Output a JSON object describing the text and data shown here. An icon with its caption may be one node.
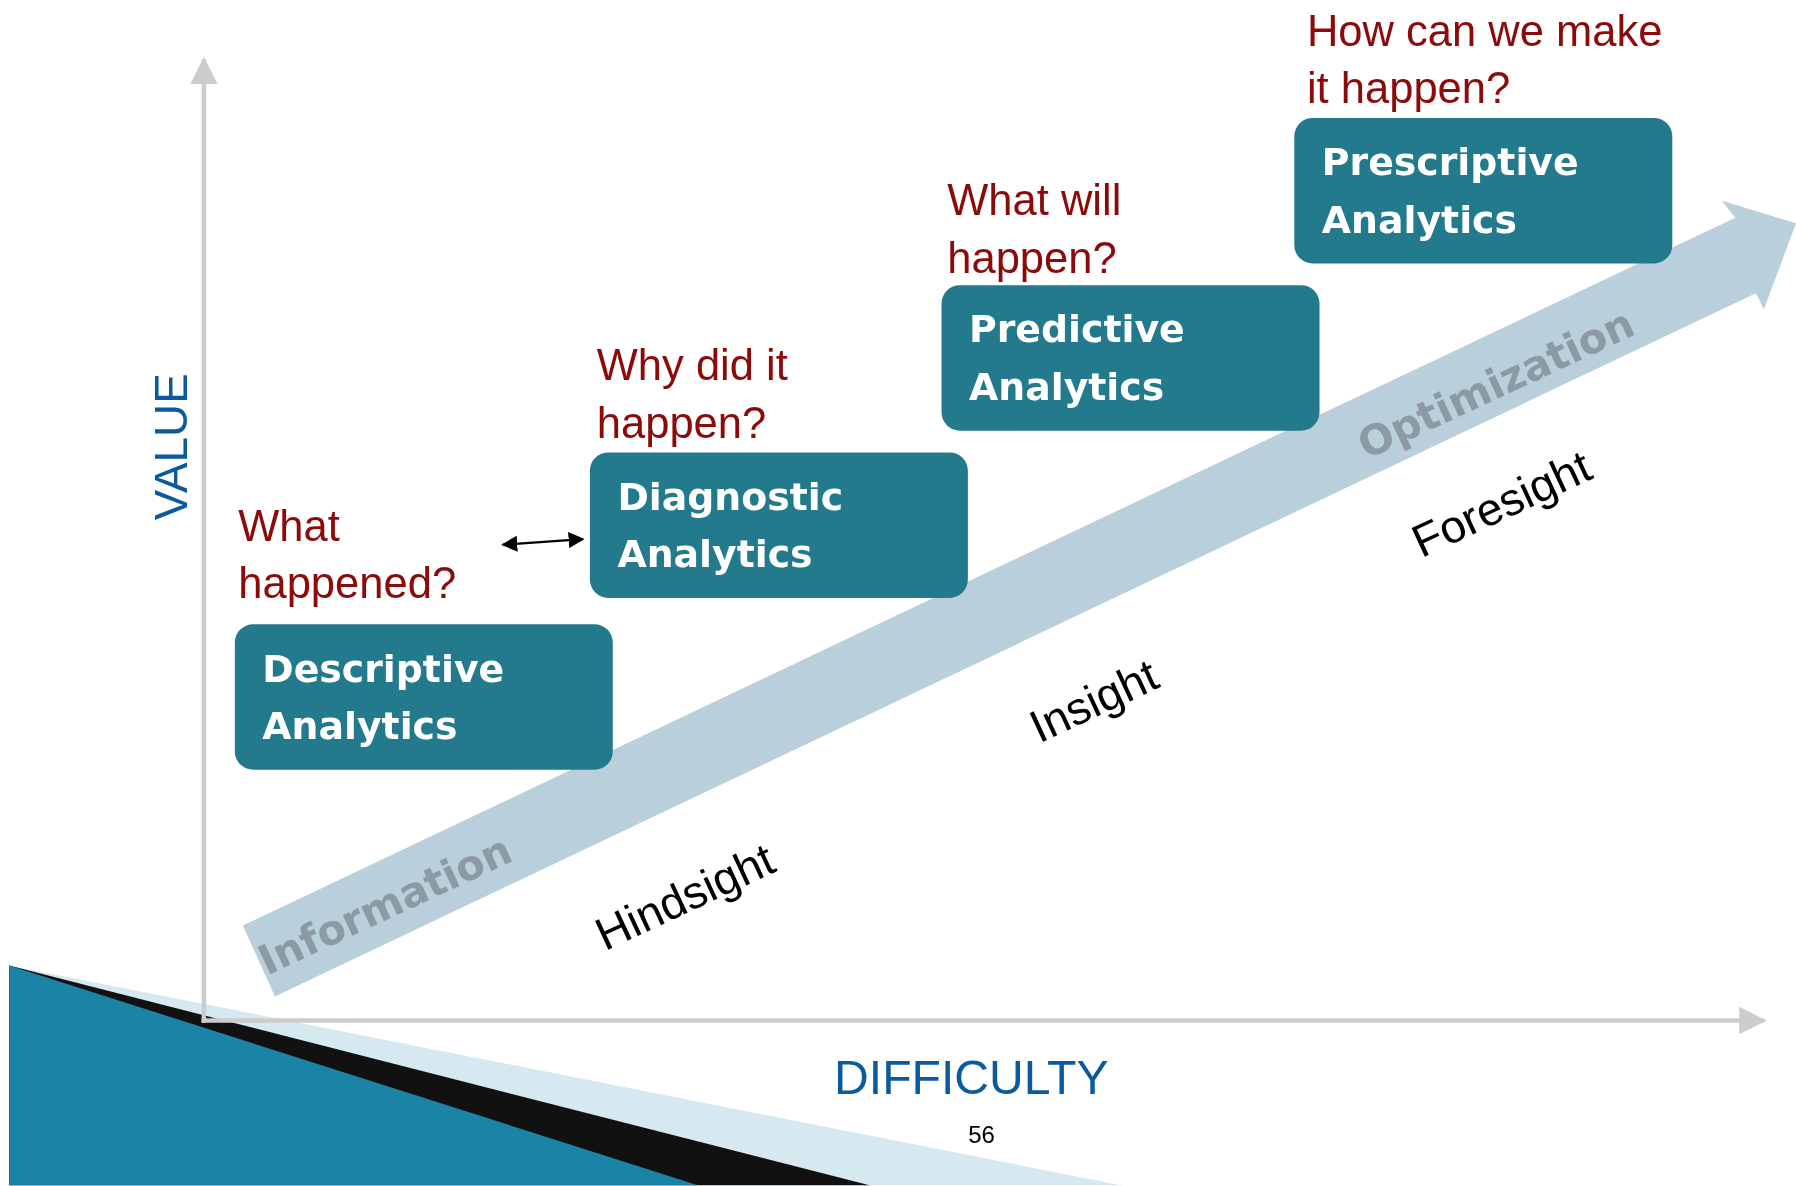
{
  "diagram": {
    "nodes": [
      {
        "text": [
          "What happened?",
          "Descriptive Analytics"
        ]
      },
      {
        "text": [
          "Why did it happen?",
          "Diagnostic Analytics"
        ]
      },
      {
        "text": [
          "What will happen?",
          "Predictive Analytics"
        ]
      },
      {
        "text": [
          "How can we make it happen?",
          "Prescriptive Analytics"
        ]
      }
    ],
    "edges": [
      {
        "from": 0,
        "to": 1,
        "arrow": "both"
      }
    ],
    "labels": [
      "VALUE",
      "Information",
      "Optimization",
      "Hindsight",
      "Insight",
      "Foresight",
      "DIFFICULTY",
      "56"
    ]
  }
}
